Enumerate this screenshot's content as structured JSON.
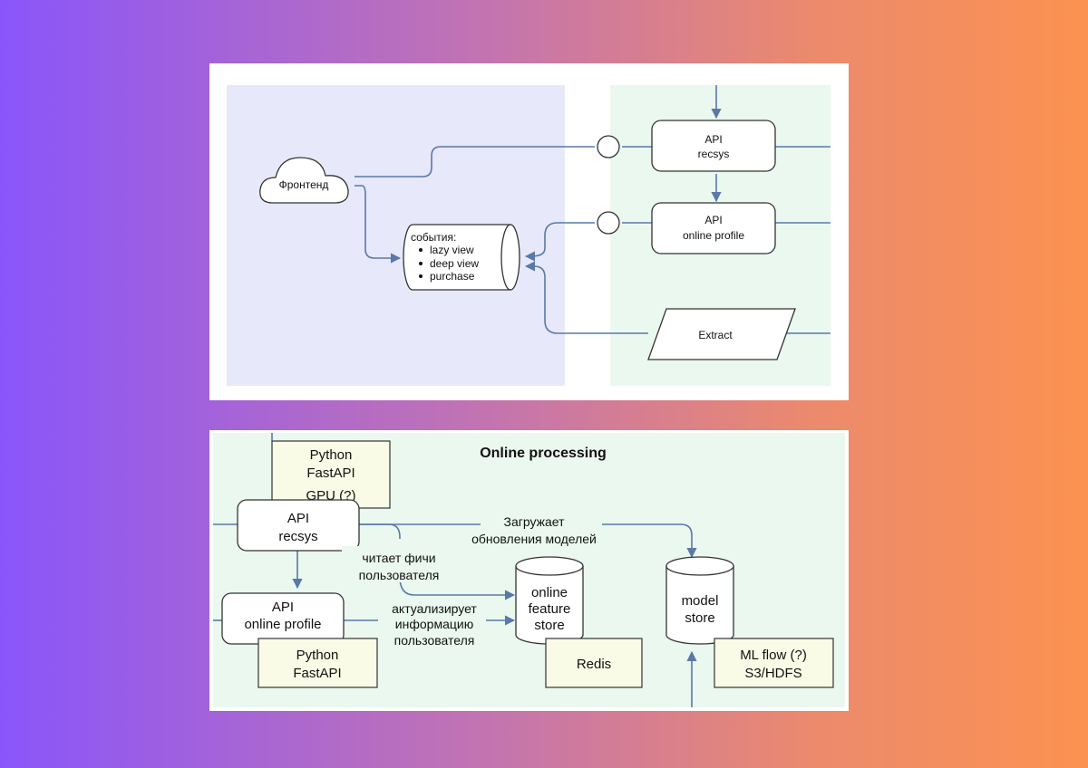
{
  "colors": {
    "client_zone": "#e7e8fa",
    "server_zone": "#eaf8ef",
    "line": "#5a78a8",
    "note_fill": "#fafbe6",
    "box_stroke": "#333333"
  },
  "top": {
    "frontend_label": "Фронтенд",
    "events_title": "события:",
    "events": [
      "lazy view",
      "deep view",
      "purchase"
    ],
    "api_recsys": [
      "API",
      "recsys"
    ],
    "api_online_profile": [
      "API",
      "online profile"
    ],
    "extract_label": "Extract"
  },
  "bottom": {
    "title": "Online processing",
    "python_gpu_note": [
      "Python",
      "FastAPI",
      "GPU (?)"
    ],
    "api_recsys": [
      "API",
      "recsys"
    ],
    "api_online_profile": [
      "API",
      "online profile"
    ],
    "python_note": [
      "Python",
      "FastAPI"
    ],
    "reads_features_label": [
      "читает фичи",
      "пользователя"
    ],
    "loads_updates_label": [
      "Загружает",
      "обновления моделей"
    ],
    "updates_info_label": [
      "актуализирует",
      "информацию",
      "пользователя"
    ],
    "online_feature_store": [
      "online",
      "feature",
      "store"
    ],
    "redis_label": "Redis",
    "model_store": [
      "model",
      "store"
    ],
    "mlflow_note": [
      "ML flow (?)",
      "S3/HDFS"
    ]
  }
}
